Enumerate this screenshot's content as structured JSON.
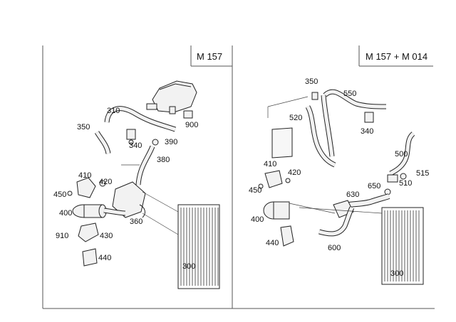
{
  "panels": {
    "left": {
      "title": "M 157"
    },
    "right": {
      "title": "M 157 + M 014"
    }
  },
  "callouts": {
    "left": [
      "310",
      "350",
      "340",
      "390",
      "900",
      "380",
      "410",
      "420",
      "450",
      "400",
      "910",
      "430",
      "360",
      "440",
      "300"
    ],
    "right": [
      "350",
      "550",
      "520",
      "340",
      "410",
      "420",
      "450",
      "500",
      "515",
      "510",
      "650",
      "630",
      "400",
      "440",
      "600",
      "300"
    ]
  }
}
